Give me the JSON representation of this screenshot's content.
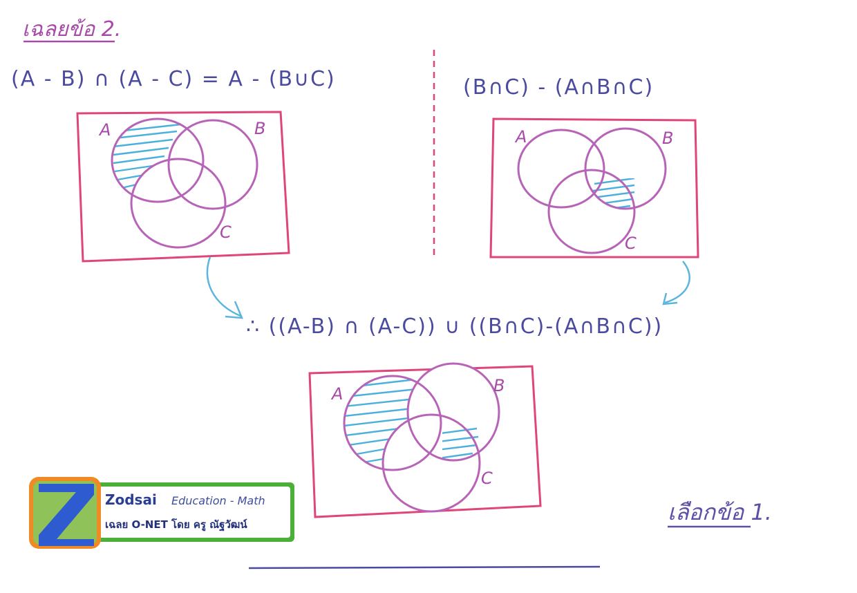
{
  "heading": "เฉลยข้อ 2.",
  "left_formula": "(A - B) ∩ (A - C) = A - (B∪C)",
  "right_formula": "(B∩C) - (A∩B∩C)",
  "result_formula": "∴ ((A-B) ∩ (A-C)) ∪ ((B∩C)-(A∩B∩C))",
  "set_labels": {
    "a": "A",
    "b": "B",
    "c": "C"
  },
  "answer": "เลือกข้อ 1.",
  "logo": {
    "brand": "Zodsai",
    "tagline": "Education - Math",
    "line2": "เฉลย O-NET โดย ครู ณัฐวัฒน์"
  },
  "colors": {
    "frame": "#e0457a",
    "circles": "#b763b8",
    "hatch": "#4bb0dc",
    "formula_ink": "#4a4b9e",
    "logo_green": "#4caf3a",
    "logo_orange": "#f08a24"
  }
}
